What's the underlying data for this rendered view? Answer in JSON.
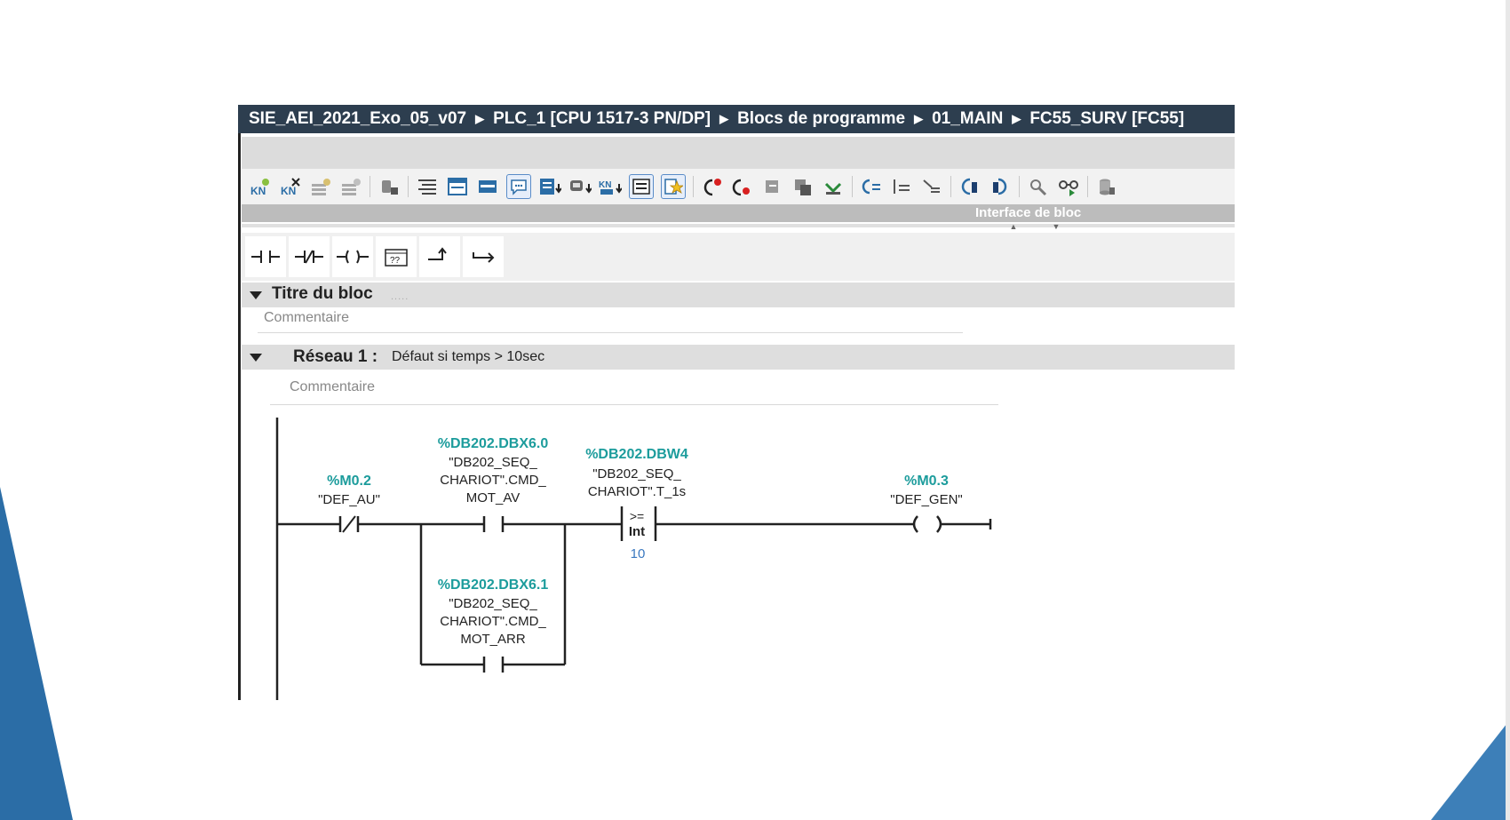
{
  "breadcrumb": {
    "items": [
      "SIE_AEI_2021_Exo_05_v07",
      "PLC_1 [CPU 1517-3 PN/DP]",
      "Blocs de programme",
      "01_MAIN",
      "FC55_SURV [FC55]"
    ]
  },
  "interface_bar": {
    "label": "Interface de bloc"
  },
  "toolbar": {
    "icons": [
      "insert-network-icon",
      "delete-network-icon",
      "insert-row-icon",
      "append-row-icon",
      "db-call-icon",
      "open-all-networks-icon",
      "close-all-networks-icon",
      "show-network-icon",
      "show-comments-icon",
      "favorites-insert-icon",
      "absolute-operands-icon",
      "tag-info-icon",
      "list-view-icon",
      "favorites-star-icon",
      "go-to-previous-error-icon",
      "go-to-next-error-icon",
      "update-calls-icon",
      "compare-icon",
      "download-icon",
      "monitor-off-icon",
      "monitor-all-icon",
      "monitor-branch-icon",
      "forward-call-icon",
      "back-call-icon",
      "watch-icon",
      "glasses-monitor-icon",
      "database-icon"
    ]
  },
  "ladder_toolbar": {
    "items": [
      "normally-open-contact-icon",
      "normally-closed-contact-icon",
      "coil-icon",
      "empty-box-icon",
      "open-branch-icon",
      "close-branch-icon"
    ]
  },
  "block": {
    "title": "Titre du bloc",
    "dots": ".....",
    "comment": "Commentaire"
  },
  "network": {
    "label": "Réseau 1 :",
    "description": "Défaut si temps > 10sec",
    "comment": "Commentaire"
  },
  "ladder": {
    "contact_def_au": {
      "address": "%M0.2",
      "name": "\"DEF_AU\""
    },
    "contact_mot_av": {
      "address": "%DB202.DBX6.0",
      "line1": "\"DB202_SEQ_",
      "line2": "CHARIOT\".CMD_",
      "line3": "MOT_AV"
    },
    "contact_mot_arr": {
      "address": "%DB202.DBX6.1",
      "line1": "\"DB202_SEQ_",
      "line2": "CHARIOT\".CMD_",
      "line3": "MOT_ARR"
    },
    "compare": {
      "address": "%DB202.DBW4",
      "line1": "\"DB202_SEQ_",
      "line2": "CHARIOT\".T_1s",
      "operator": ">=",
      "type": "Int",
      "constant": "10"
    },
    "coil_def_gen": {
      "address": "%M0.3",
      "name": "\"DEF_GEN\""
    }
  },
  "colors": {
    "titlebar": "#2d3e4f",
    "tag_address": "#1c9c9c",
    "constant": "#3a78c0",
    "deco_blue": "#2b6da6"
  }
}
